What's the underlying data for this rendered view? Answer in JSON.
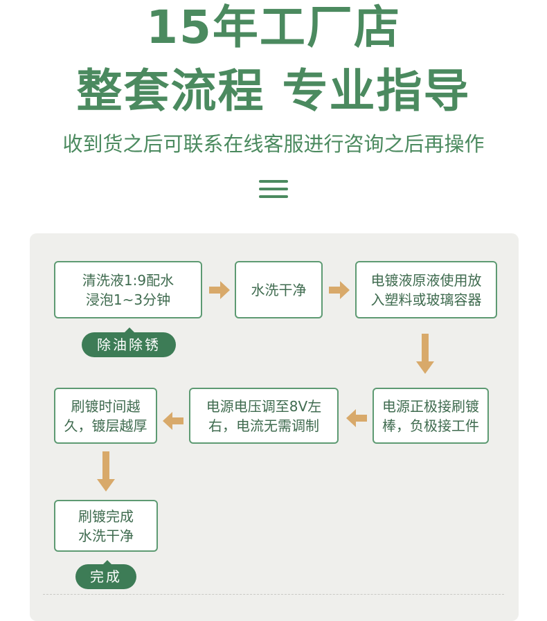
{
  "header": {
    "title_line1": "15年工厂店",
    "title_line2": "整套流程 专业指导",
    "subtitle": "收到货之后可联系在线客服进行咨询之后再操作"
  },
  "flow": {
    "steps": [
      {
        "line1": "清洗液1:9配水",
        "line2": "浸泡1~3分钟"
      },
      {
        "line1": "水洗干净",
        "line2": ""
      },
      {
        "line1": "电镀液原液使用放",
        "line2": "入塑料或玻璃容器"
      },
      {
        "line1": "电源正极接刷镀",
        "line2": "棒，负极接工件"
      },
      {
        "line1": "电源电压调至8V左",
        "line2": "右，电流无需调制"
      },
      {
        "line1": "刷镀时间越",
        "line2": "久，镀层越厚"
      },
      {
        "line1": "刷镀完成",
        "line2": "水洗干净"
      }
    ],
    "badges": {
      "degrease": "除油除锈",
      "done": "完成"
    }
  },
  "colors": {
    "brand_green": "#4b8a5f",
    "badge_green": "#3d7c56",
    "arrow_tan": "#d8a96a",
    "panel_bg": "#efefec"
  }
}
